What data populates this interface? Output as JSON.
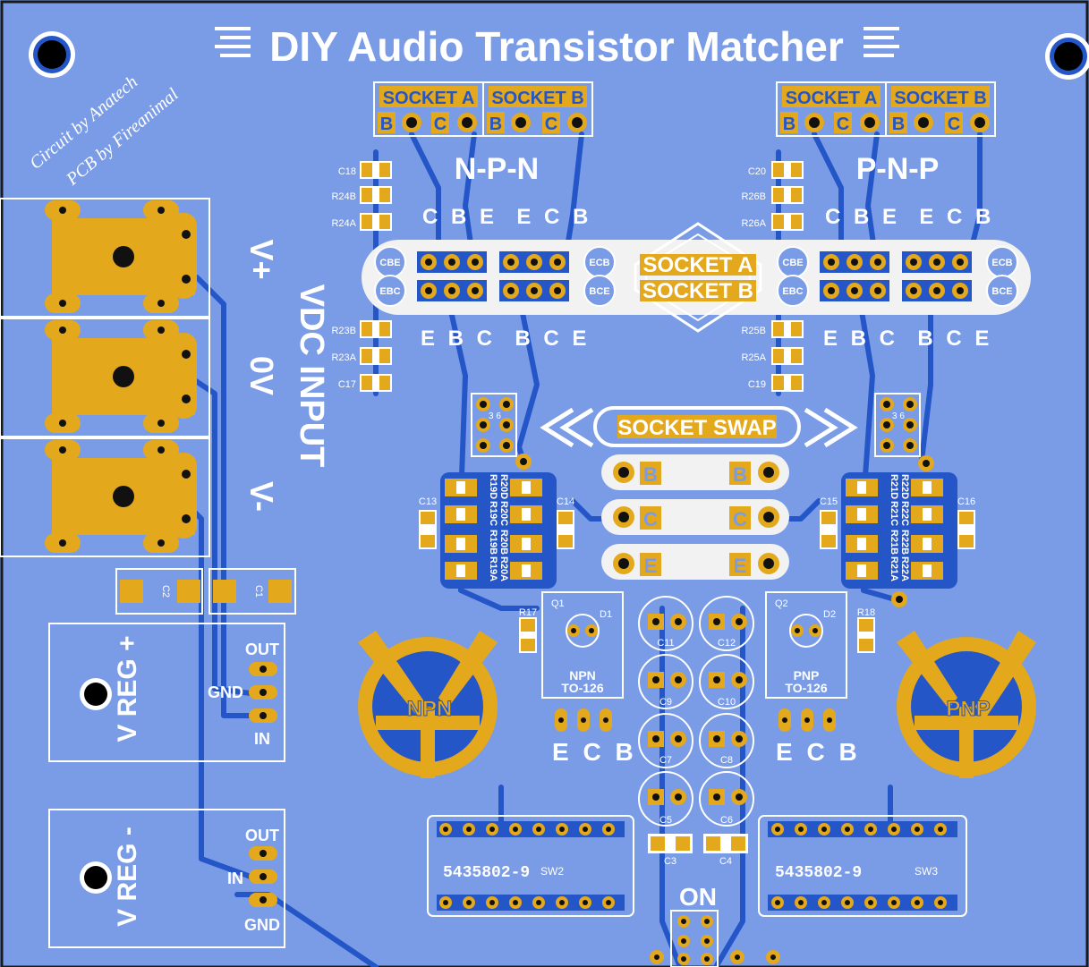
{
  "title": "DIY Audio Transistor Matcher",
  "credits": {
    "line1": "Circuit by Anatech",
    "line2": "PCB by Fireanimal"
  },
  "npn": {
    "heading": "N-P-N",
    "socket_a_label": "SOCKET A",
    "socket_b_label": "SOCKET B",
    "socket_pins": [
      "B",
      "C",
      "B",
      "C"
    ],
    "upper_pins": "C B E  E C B",
    "lower_pins": "E B C  B C E",
    "resistors_top": [
      "C18",
      "R24B",
      "R24A"
    ],
    "resistors_bottom": [
      "R23B",
      "R23A",
      "C17"
    ],
    "cap_left": "C13",
    "cap_right": "C14",
    "resistor_bank": [
      "R19D",
      "R19C",
      "R19B",
      "R19A",
      "R20D",
      "R20C",
      "R20B",
      "R20A"
    ],
    "transistor": {
      "ref": "Q1",
      "diode": "D1",
      "name": "NPN",
      "package": "TO-126",
      "pins": "E C B",
      "resistor": "R17"
    },
    "emblem": "NPN",
    "jumper_label": "3 6"
  },
  "pnp": {
    "heading": "P-N-P",
    "socket_a_label": "SOCKET A",
    "socket_b_label": "SOCKET B",
    "socket_pins": [
      "B",
      "C",
      "B",
      "C"
    ],
    "upper_pins": "C B E  E C B",
    "lower_pins": "E B C  B C E",
    "resistors_top": [
      "C20",
      "R26B",
      "R26A"
    ],
    "resistors_bottom": [
      "R25B",
      "R25A",
      "C19"
    ],
    "cap_left": "C15",
    "cap_right": "C16",
    "resistor_bank": [
      "R21D",
      "R21C",
      "R21B",
      "R21A",
      "R22D",
      "R22C",
      "R22B",
      "R22A"
    ],
    "transistor": {
      "ref": "Q2",
      "diode": "D2",
      "name": "PNP",
      "package": "TO-126",
      "pins": "E C B",
      "resistor": "R18"
    },
    "emblem": "PNP",
    "jumper_label": "3 6"
  },
  "center_banner": {
    "socket_a": "SOCKET A",
    "socket_b": "SOCKET B",
    "pin_cbe": "CBE",
    "pin_ebc": "EBC",
    "pin_ecb": "ECB",
    "pin_bce": "BCE"
  },
  "socket_swap": {
    "label": "SOCKET SWAP",
    "rows": [
      "B",
      "C",
      "E"
    ]
  },
  "vdc_input": {
    "title": "VDC INPUT",
    "terminals": [
      "V+",
      "0V",
      "V-"
    ],
    "caps": [
      "C2",
      "C1"
    ]
  },
  "vreg_pos": {
    "label": "V REG +",
    "pins": [
      "OUT",
      "GND",
      "IN"
    ]
  },
  "vreg_neg": {
    "label": "V REG -",
    "pins": [
      "OUT",
      "IN",
      "GND"
    ]
  },
  "electrolytics": [
    "C11",
    "C12",
    "C9",
    "C10",
    "C7",
    "C8",
    "C5",
    "C6"
  ],
  "small_caps": [
    "C3",
    "C4"
  ],
  "switches": [
    {
      "ref": "SW2",
      "part": "5435802-9"
    },
    {
      "ref": "SW3",
      "part": "5435802-9"
    }
  ],
  "power_label": "ON",
  "colors": {
    "board": "#7a9ce6",
    "trace": "#2456c8",
    "copper": "#e3a81c",
    "silk": "#ffffff",
    "hole": "#000000"
  }
}
